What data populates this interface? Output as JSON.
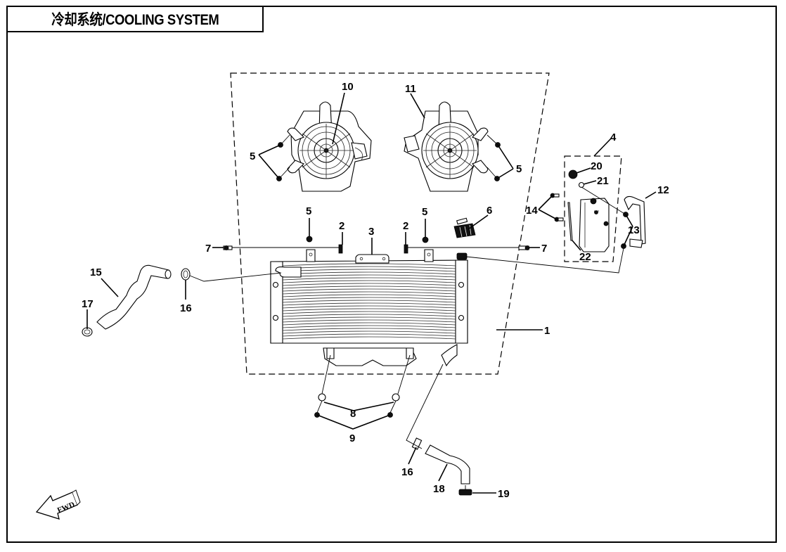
{
  "title": "冷却系统/COOLING SYSTEM",
  "forward_arrow_text": "FWD",
  "callouts": {
    "radiator": "1",
    "grommet_left": "2",
    "grommet_right": "2",
    "bracket": "3",
    "reservoir_assembly": "4",
    "fan_left_nuts": "5",
    "fan_right_nuts": "5",
    "nut_top_left": "5",
    "nut_top_right": "5",
    "radiator_cap": "6",
    "bolt_left": "7",
    "bolt_right": "7",
    "bushing": "8",
    "nut_bottom": "9",
    "fan_left": "10",
    "fan_right": "11",
    "reservoir_hose": "12",
    "hose_clamp_small": "13",
    "reservoir_bolts": "14",
    "upper_hose": "15",
    "clamp_upper": "16",
    "clamp_lower": "16",
    "clamp_upper_end": "17",
    "lower_hose": "18",
    "clamp_lower_end": "19",
    "reservoir_cap": "20",
    "reservoir_seal": "21",
    "overflow_tube": "22"
  }
}
